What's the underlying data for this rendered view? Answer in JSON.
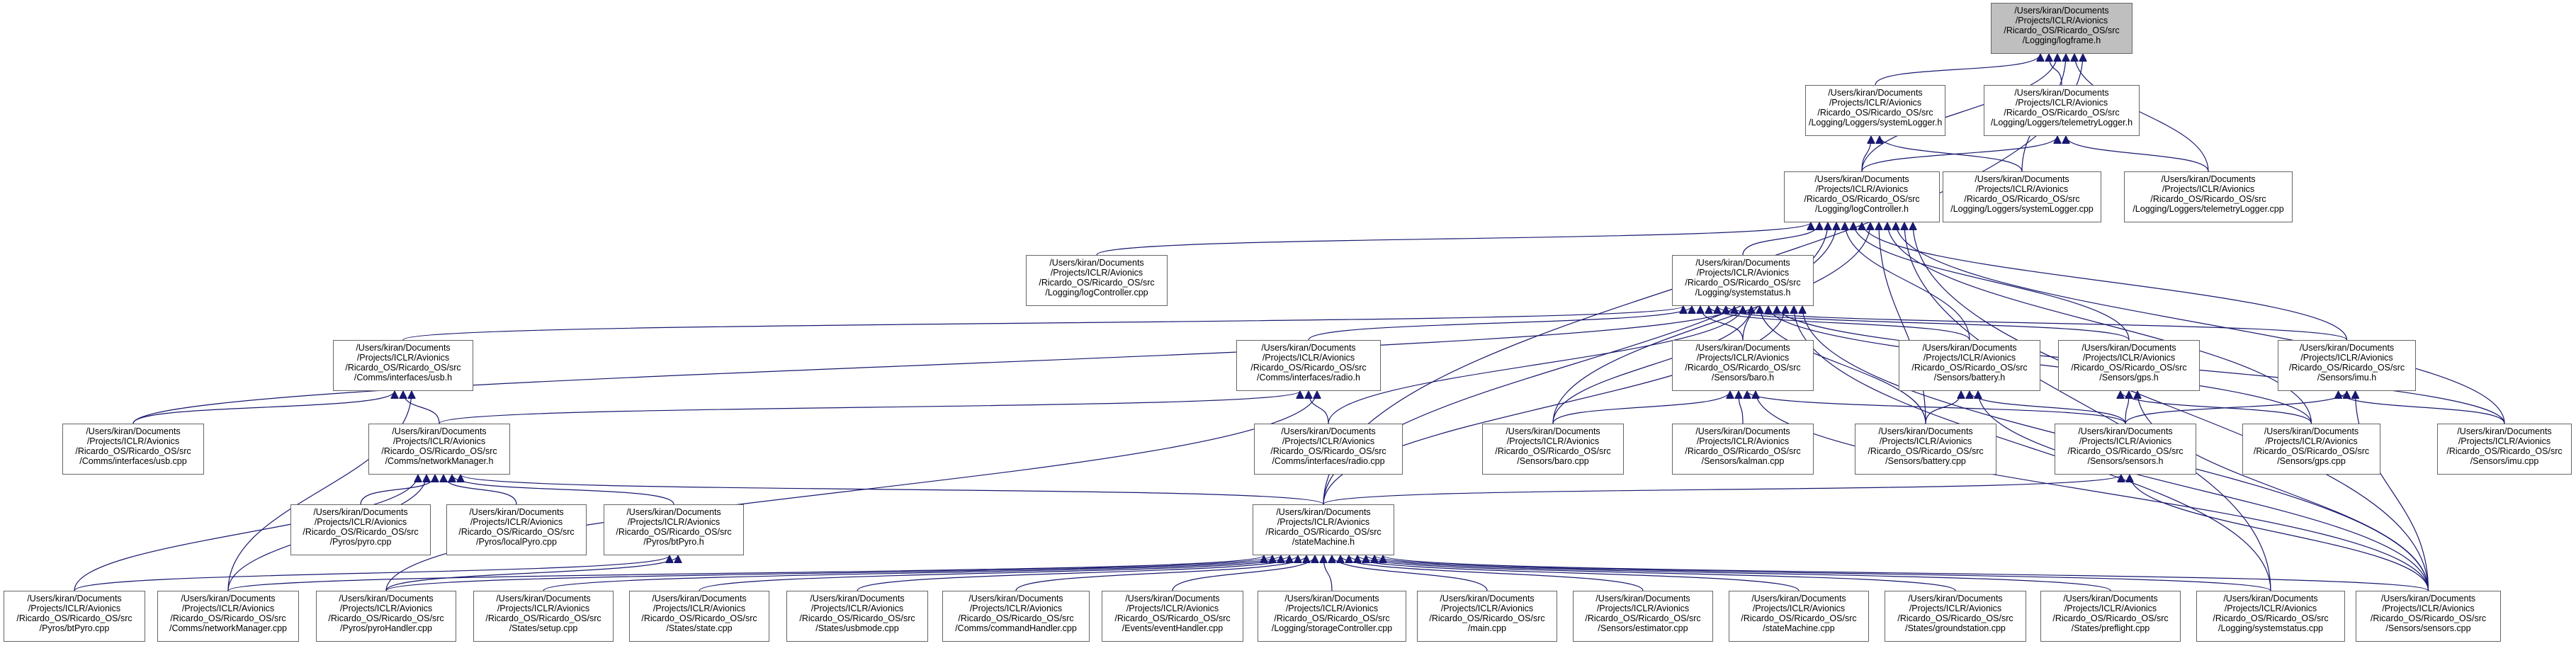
{
  "colors": {
    "edge": "#191970",
    "border": "#666666",
    "root_fill": "#bfbfbf",
    "node_fill": "#ffffff"
  },
  "nodes": [
    {
      "id": "logframe_h",
      "root": true,
      "lines": [
        "/Users/kiran/Documents",
        "/Projects/ICLR/Avionics",
        "/Ricardo_OS/Ricardo_OS/src",
        "/Logging/logframe.h"
      ]
    },
    {
      "id": "systemLogger_h",
      "lines": [
        "/Users/kiran/Documents",
        "/Projects/ICLR/Avionics",
        "/Ricardo_OS/Ricardo_OS/src",
        "/Logging/Loggers/systemLogger.h"
      ]
    },
    {
      "id": "telemetryLogger_h",
      "lines": [
        "/Users/kiran/Documents",
        "/Projects/ICLR/Avionics",
        "/Ricardo_OS/Ricardo_OS/src",
        "/Logging/Loggers/telemetryLogger.h"
      ]
    },
    {
      "id": "logController_h",
      "lines": [
        "/Users/kiran/Documents",
        "/Projects/ICLR/Avionics",
        "/Ricardo_OS/Ricardo_OS/src",
        "/Logging/logController.h"
      ]
    },
    {
      "id": "systemLogger_cpp",
      "lines": [
        "/Users/kiran/Documents",
        "/Projects/ICLR/Avionics",
        "/Ricardo_OS/Ricardo_OS/src",
        "/Logging/Loggers/systemLogger.cpp"
      ]
    },
    {
      "id": "telemetryLogger_cpp",
      "lines": [
        "/Users/kiran/Documents",
        "/Projects/ICLR/Avionics",
        "/Ricardo_OS/Ricardo_OS/src",
        "/Logging/Loggers/telemetryLogger.cpp"
      ]
    },
    {
      "id": "logController_cpp",
      "lines": [
        "/Users/kiran/Documents",
        "/Projects/ICLR/Avionics",
        "/Ricardo_OS/Ricardo_OS/src",
        "/Logging/logController.cpp"
      ]
    },
    {
      "id": "systemstatus_h",
      "lines": [
        "/Users/kiran/Documents",
        "/Projects/ICLR/Avionics",
        "/Ricardo_OS/Ricardo_OS/src",
        "/Logging/systemstatus.h"
      ]
    },
    {
      "id": "usb_h",
      "lines": [
        "/Users/kiran/Documents",
        "/Projects/ICLR/Avionics",
        "/Ricardo_OS/Ricardo_OS/src",
        "/Comms/interfaces/usb.h"
      ]
    },
    {
      "id": "radio_h",
      "lines": [
        "/Users/kiran/Documents",
        "/Projects/ICLR/Avionics",
        "/Ricardo_OS/Ricardo_OS/src",
        "/Comms/interfaces/radio.h"
      ]
    },
    {
      "id": "baro_h",
      "lines": [
        "/Users/kiran/Documents",
        "/Projects/ICLR/Avionics",
        "/Ricardo_OS/Ricardo_OS/src",
        "/Sensors/baro.h"
      ]
    },
    {
      "id": "battery_h",
      "lines": [
        "/Users/kiran/Documents",
        "/Projects/ICLR/Avionics",
        "/Ricardo_OS/Ricardo_OS/src",
        "/Sensors/battery.h"
      ]
    },
    {
      "id": "gps_h",
      "lines": [
        "/Users/kiran/Documents",
        "/Projects/ICLR/Avionics",
        "/Ricardo_OS/Ricardo_OS/src",
        "/Sensors/gps.h"
      ]
    },
    {
      "id": "imu_h",
      "lines": [
        "/Users/kiran/Documents",
        "/Projects/ICLR/Avionics",
        "/Ricardo_OS/Ricardo_OS/src",
        "/Sensors/imu.h"
      ]
    },
    {
      "id": "usb_cpp",
      "lines": [
        "/Users/kiran/Documents",
        "/Projects/ICLR/Avionics",
        "/Ricardo_OS/Ricardo_OS/src",
        "/Comms/interfaces/usb.cpp"
      ]
    },
    {
      "id": "networkManager_h",
      "lines": [
        "/Users/kiran/Documents",
        "/Projects/ICLR/Avionics",
        "/Ricardo_OS/Ricardo_OS/src",
        "/Comms/networkManager.h"
      ]
    },
    {
      "id": "radio_cpp",
      "lines": [
        "/Users/kiran/Documents",
        "/Projects/ICLR/Avionics",
        "/Ricardo_OS/Ricardo_OS/src",
        "/Comms/interfaces/radio.cpp"
      ]
    },
    {
      "id": "baro_cpp",
      "lines": [
        "/Users/kiran/Documents",
        "/Projects/ICLR/Avionics",
        "/Ricardo_OS/Ricardo_OS/src",
        "/Sensors/baro.cpp"
      ]
    },
    {
      "id": "kalman_cpp",
      "lines": [
        "/Users/kiran/Documents",
        "/Projects/ICLR/Avionics",
        "/Ricardo_OS/Ricardo_OS/src",
        "/Sensors/kalman.cpp"
      ]
    },
    {
      "id": "battery_cpp",
      "lines": [
        "/Users/kiran/Documents",
        "/Projects/ICLR/Avionics",
        "/Ricardo_OS/Ricardo_OS/src",
        "/Sensors/battery.cpp"
      ]
    },
    {
      "id": "sensors_h",
      "lines": [
        "/Users/kiran/Documents",
        "/Projects/ICLR/Avionics",
        "/Ricardo_OS/Ricardo_OS/src",
        "/Sensors/sensors.h"
      ]
    },
    {
      "id": "gps_cpp",
      "lines": [
        "/Users/kiran/Documents",
        "/Projects/ICLR/Avionics",
        "/Ricardo_OS/Ricardo_OS/src",
        "/Sensors/gps.cpp"
      ]
    },
    {
      "id": "imu_cpp",
      "lines": [
        "/Users/kiran/Documents",
        "/Projects/ICLR/Avionics",
        "/Ricardo_OS/Ricardo_OS/src",
        "/Sensors/imu.cpp"
      ]
    },
    {
      "id": "pyro_cpp",
      "lines": [
        "/Users/kiran/Documents",
        "/Projects/ICLR/Avionics",
        "/Ricardo_OS/Ricardo_OS/src",
        "/Pyros/pyro.cpp"
      ]
    },
    {
      "id": "localPyro_cpp",
      "lines": [
        "/Users/kiran/Documents",
        "/Projects/ICLR/Avionics",
        "/Ricardo_OS/Ricardo_OS/src",
        "/Pyros/localPyro.cpp"
      ]
    },
    {
      "id": "btPyro_h",
      "lines": [
        "/Users/kiran/Documents",
        "/Projects/ICLR/Avionics",
        "/Ricardo_OS/Ricardo_OS/src",
        "/Pyros/btPyro.h"
      ]
    },
    {
      "id": "stateMachine_h",
      "lines": [
        "/Users/kiran/Documents",
        "/Projects/ICLR/Avionics",
        "/Ricardo_OS/Ricardo_OS/src",
        "/stateMachine.h"
      ]
    },
    {
      "id": "btPyro_cpp",
      "lines": [
        "/Users/kiran/Documents",
        "/Projects/ICLR/Avionics",
        "/Ricardo_OS/Ricardo_OS/src",
        "/Pyros/btPyro.cpp"
      ]
    },
    {
      "id": "networkManager_cpp",
      "lines": [
        "/Users/kiran/Documents",
        "/Projects/ICLR/Avionics",
        "/Ricardo_OS/Ricardo_OS/src",
        "/Comms/networkManager.cpp"
      ]
    },
    {
      "id": "pyroHandler_cpp",
      "lines": [
        "/Users/kiran/Documents",
        "/Projects/ICLR/Avionics",
        "/Ricardo_OS/Ricardo_OS/src",
        "/Pyros/pyroHandler.cpp"
      ]
    },
    {
      "id": "setup_cpp",
      "lines": [
        "/Users/kiran/Documents",
        "/Projects/ICLR/Avionics",
        "/Ricardo_OS/Ricardo_OS/src",
        "/States/setup.cpp"
      ]
    },
    {
      "id": "state_cpp",
      "lines": [
        "/Users/kiran/Documents",
        "/Projects/ICLR/Avionics",
        "/Ricardo_OS/Ricardo_OS/src",
        "/States/state.cpp"
      ]
    },
    {
      "id": "usbmode_cpp",
      "lines": [
        "/Users/kiran/Documents",
        "/Projects/ICLR/Avionics",
        "/Ricardo_OS/Ricardo_OS/src",
        "/States/usbmode.cpp"
      ]
    },
    {
      "id": "commandHandler_cpp",
      "lines": [
        "/Users/kiran/Documents",
        "/Projects/ICLR/Avionics",
        "/Ricardo_OS/Ricardo_OS/src",
        "/Comms/commandHandler.cpp"
      ]
    },
    {
      "id": "eventHandler_cpp",
      "lines": [
        "/Users/kiran/Documents",
        "/Projects/ICLR/Avionics",
        "/Ricardo_OS/Ricardo_OS/src",
        "/Events/eventHandler.cpp"
      ]
    },
    {
      "id": "storageController_cpp",
      "lines": [
        "/Users/kiran/Documents",
        "/Projects/ICLR/Avionics",
        "/Ricardo_OS/Ricardo_OS/src",
        "/Logging/storageController.cpp"
      ]
    },
    {
      "id": "main_cpp",
      "lines": [
        "/Users/kiran/Documents",
        "/Projects/ICLR/Avionics",
        "/Ricardo_OS/Ricardo_OS/src",
        "/main.cpp"
      ]
    },
    {
      "id": "estimator_cpp",
      "lines": [
        "/Users/kiran/Documents",
        "/Projects/ICLR/Avionics",
        "/Ricardo_OS/Ricardo_OS/src",
        "/Sensors/estimator.cpp"
      ]
    },
    {
      "id": "stateMachine_cpp",
      "lines": [
        "/Users/kiran/Documents",
        "/Projects/ICLR/Avionics",
        "/Ricardo_OS/Ricardo_OS/src",
        "/stateMachine.cpp"
      ]
    },
    {
      "id": "groundstation_cpp",
      "lines": [
        "/Users/kiran/Documents",
        "/Projects/ICLR/Avionics",
        "/Ricardo_OS/Ricardo_OS/src",
        "/States/groundstation.cpp"
      ]
    },
    {
      "id": "preflight_cpp",
      "lines": [
        "/Users/kiran/Documents",
        "/Projects/ICLR/Avionics",
        "/Ricardo_OS/Ricardo_OS/src",
        "/States/preflight.cpp"
      ]
    },
    {
      "id": "systemstatus_cpp",
      "lines": [
        "/Users/kiran/Documents",
        "/Projects/ICLR/Avionics",
        "/Ricardo_OS/Ricardo_OS/src",
        "/Logging/systemstatus.cpp"
      ]
    },
    {
      "id": "sensors_cpp",
      "lines": [
        "/Users/kiran/Documents",
        "/Projects/ICLR/Avionics",
        "/Ricardo_OS/Ricardo_OS/src",
        "/Sensors/sensors.cpp"
      ]
    }
  ],
  "edges": [
    [
      "systemLogger_h",
      "logframe_h"
    ],
    [
      "telemetryLogger_h",
      "logframe_h"
    ],
    [
      "logController_h",
      "logframe_h"
    ],
    [
      "systemLogger_cpp",
      "logframe_h"
    ],
    [
      "telemetryLogger_cpp",
      "logframe_h"
    ],
    [
      "stateMachine_h",
      "logframe_h"
    ],
    [
      "logController_h",
      "systemLogger_h"
    ],
    [
      "systemLogger_cpp",
      "systemLogger_h"
    ],
    [
      "logController_h",
      "telemetryLogger_h"
    ],
    [
      "telemetryLogger_cpp",
      "telemetryLogger_h"
    ],
    [
      "logController_cpp",
      "logController_h"
    ],
    [
      "systemstatus_h",
      "logController_h"
    ],
    [
      "stateMachine_h",
      "logController_h"
    ],
    [
      "baro_h",
      "logController_h"
    ],
    [
      "battery_h",
      "logController_h"
    ],
    [
      "gps_h",
      "logController_h"
    ],
    [
      "imu_h",
      "logController_h"
    ],
    [
      "baro_cpp",
      "logController_h"
    ],
    [
      "battery_cpp",
      "logController_h"
    ],
    [
      "gps_cpp",
      "logController_h"
    ],
    [
      "imu_cpp",
      "logController_h"
    ],
    [
      "systemstatus_cpp",
      "logController_h"
    ],
    [
      "sensors_cpp",
      "logController_h"
    ],
    [
      "usb_h",
      "systemstatus_h"
    ],
    [
      "radio_h",
      "systemstatus_h"
    ],
    [
      "baro_h",
      "systemstatus_h"
    ],
    [
      "battery_h",
      "systemstatus_h"
    ],
    [
      "gps_h",
      "systemstatus_h"
    ],
    [
      "imu_h",
      "systemstatus_h"
    ],
    [
      "usb_cpp",
      "systemstatus_h"
    ],
    [
      "radio_cpp",
      "systemstatus_h"
    ],
    [
      "baro_cpp",
      "systemstatus_h"
    ],
    [
      "battery_cpp",
      "systemstatus_h"
    ],
    [
      "gps_cpp",
      "systemstatus_h"
    ],
    [
      "imu_cpp",
      "systemstatus_h"
    ],
    [
      "stateMachine_h",
      "systemstatus_h"
    ],
    [
      "systemstatus_cpp",
      "systemstatus_h"
    ],
    [
      "sensors_cpp",
      "systemstatus_h"
    ],
    [
      "usb_cpp",
      "usb_h"
    ],
    [
      "networkManager_h",
      "usb_h"
    ],
    [
      "networkManager_cpp",
      "usb_h"
    ],
    [
      "networkManager_h",
      "radio_h"
    ],
    [
      "radio_cpp",
      "radio_h"
    ],
    [
      "pyroHandler_cpp",
      "radio_h"
    ],
    [
      "baro_cpp",
      "baro_h"
    ],
    [
      "kalman_cpp",
      "baro_h"
    ],
    [
      "sensors_h",
      "baro_h"
    ],
    [
      "sensors_cpp",
      "baro_h"
    ],
    [
      "battery_cpp",
      "battery_h"
    ],
    [
      "sensors_h",
      "battery_h"
    ],
    [
      "sensors_cpp",
      "battery_h"
    ],
    [
      "gps_cpp",
      "gps_h"
    ],
    [
      "sensors_h",
      "gps_h"
    ],
    [
      "sensors_cpp",
      "gps_h"
    ],
    [
      "imu_cpp",
      "imu_h"
    ],
    [
      "sensors_h",
      "imu_h"
    ],
    [
      "sensors_cpp",
      "imu_h"
    ],
    [
      "btPyro_cpp",
      "networkManager_h"
    ],
    [
      "networkManager_cpp",
      "networkManager_h"
    ],
    [
      "pyro_cpp",
      "networkManager_h"
    ],
    [
      "localPyro_cpp",
      "networkManager_h"
    ],
    [
      "btPyro_h",
      "networkManager_h"
    ],
    [
      "stateMachine_h",
      "networkManager_h"
    ],
    [
      "btPyro_cpp",
      "btPyro_h"
    ],
    [
      "pyroHandler_cpp",
      "btPyro_h"
    ],
    [
      "stateMachine_h",
      "sensors_h"
    ],
    [
      "sensors_cpp",
      "sensors_h"
    ],
    [
      "networkManager_cpp",
      "stateMachine_h"
    ],
    [
      "pyroHandler_cpp",
      "stateMachine_h"
    ],
    [
      "setup_cpp",
      "stateMachine_h"
    ],
    [
      "state_cpp",
      "stateMachine_h"
    ],
    [
      "usbmode_cpp",
      "stateMachine_h"
    ],
    [
      "commandHandler_cpp",
      "stateMachine_h"
    ],
    [
      "eventHandler_cpp",
      "stateMachine_h"
    ],
    [
      "storageController_cpp",
      "stateMachine_h"
    ],
    [
      "main_cpp",
      "stateMachine_h"
    ],
    [
      "estimator_cpp",
      "stateMachine_h"
    ],
    [
      "stateMachine_cpp",
      "stateMachine_h"
    ],
    [
      "groundstation_cpp",
      "stateMachine_h"
    ],
    [
      "preflight_cpp",
      "stateMachine_h"
    ],
    [
      "systemstatus_cpp",
      "stateMachine_h"
    ],
    [
      "sensors_cpp",
      "stateMachine_h"
    ]
  ]
}
